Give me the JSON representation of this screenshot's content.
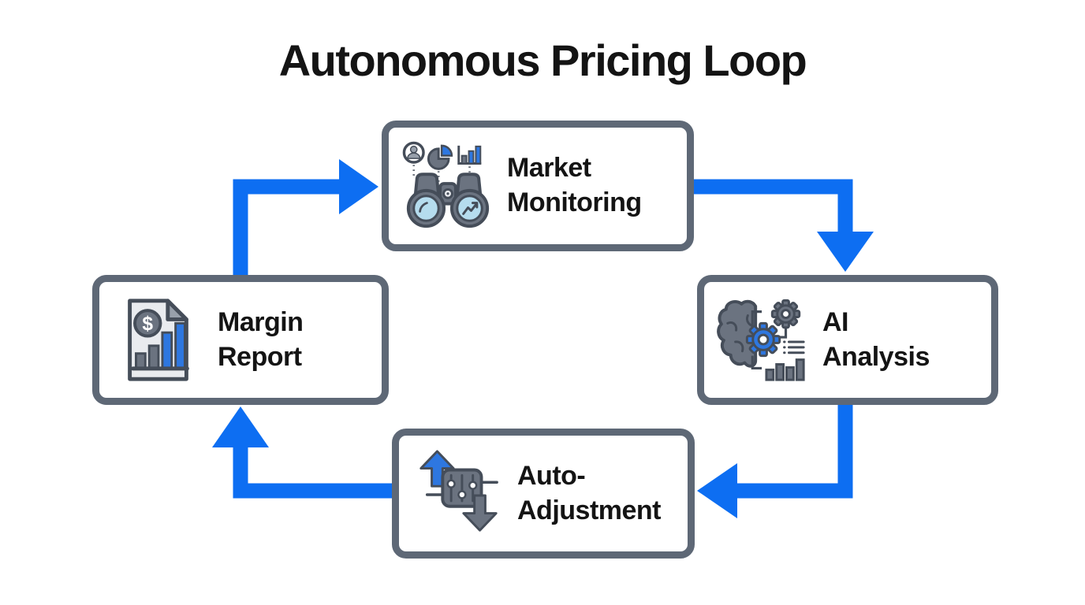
{
  "title": "Autonomous Pricing Loop",
  "colors": {
    "arrow_blue": "#0d6ef2",
    "box_border": "#5e6876",
    "box_background": "#ffffff",
    "page_background": "#ffffff",
    "text": "#141414",
    "icon_dark": "#454d59",
    "icon_gray": "#6b7380",
    "icon_light_gray": "#e9ebef",
    "icon_mid_gray": "#98a0ab",
    "icon_blue": "#2e77e0",
    "icon_light_blue": "#b5dcee"
  },
  "nodes": {
    "market_monitoring": {
      "label": [
        "Market",
        "Monitoring"
      ],
      "icon": "binoculars-market-icon"
    },
    "ai_analysis": {
      "label": [
        "AI",
        "Analysis"
      ],
      "icon": "brain-gears-icon"
    },
    "auto_adjustment": {
      "label": [
        "Auto-",
        "Adjustment"
      ],
      "icon": "price-sliders-icon"
    },
    "margin_report": {
      "label": [
        "Margin",
        "Report"
      ],
      "icon": "dollar-report-icon"
    }
  },
  "flow": [
    {
      "from": "Margin Report",
      "to": "Market Monitoring"
    },
    {
      "from": "Market Monitoring",
      "to": "AI Analysis"
    },
    {
      "from": "AI Analysis",
      "to": "Auto-Adjustment"
    },
    {
      "from": "Auto-Adjustment",
      "to": "Margin Report"
    }
  ]
}
